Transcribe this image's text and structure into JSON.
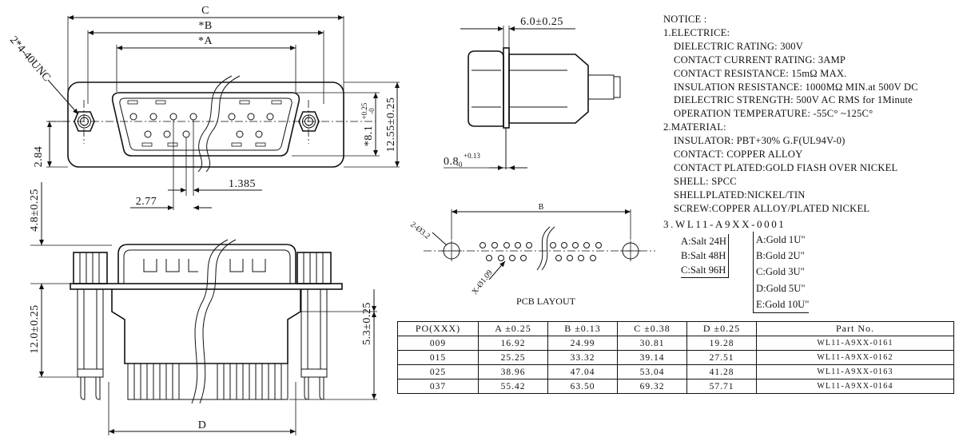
{
  "dimensions": {
    "c": "C",
    "b": "*B",
    "a": "*A",
    "d": "D",
    "thread": "2*4-40UNC",
    "v2_84": "2.84",
    "v8_1": "*8.1",
    "v8_1_tol_top": "+0.25",
    "v8_1_tol_bot": "-0",
    "v12_55": "12.55±0.25",
    "v1_385": "1.385",
    "v2_77": "2.77",
    "v4_8": "4.8±0.25",
    "v12_0": "12.0±0.25",
    "v5_3": "5.3±0.25",
    "v6_0": "6.0±0.25",
    "v0_8": "0.8",
    "v0_8_tol_top": "+0.13",
    "v0_8_tol_bot": "-0",
    "pcb_b": "B",
    "pcb_hole": "2-Ø3.2",
    "pcb_pin_hole": "X-Ø1.09",
    "pcb_caption": "PCB LAYOUT"
  },
  "notice": {
    "title": "NOTICE :",
    "electric_header": "1.ELECTRICE:",
    "electric": [
      "DIELECTRIC RATING: 300V",
      "CONTACT CURRENT RATING: 3AMP",
      "CONTACT RESISTANCE: 15mΩ MAX.",
      "INSULATION RESISTANCE: 1000MΩ MIN.at 500V DC",
      "DIELECTRIC STRENGTH: 500V AC RMS for 1Minute",
      "OPERATION TEMPERATURE: -55C° ~125C°"
    ],
    "material_header": "2.MATERIAL:",
    "material": [
      "INSULATOR: PBT+30% G.F(UL94V-0)",
      "CONTACT: COPPER ALLOY",
      "CONTACT PLATED:GOLD FIASH OVER NICKEL",
      "SHELL: SPCC",
      "SHELLPLATED:NICKEL/TIN",
      "SCREW:COPPER ALLOY/PLATED NICKEL"
    ]
  },
  "ordering": {
    "code": "3.WL11-A9XX-0001",
    "salt": [
      "A:Salt 24H",
      "B:Salt 48H",
      "C:Salt 96H"
    ],
    "gold": [
      "A:Gold 1U\"",
      "B:Gold 2U\"",
      "C:Gold 3U\"",
      "D:Gold 5U\"",
      "E:Gold 10U\""
    ]
  },
  "table": {
    "headers": [
      "PO(XXX)",
      "A ±0.25",
      "B ±0.13",
      "C ±0.38",
      "D ±0.25",
      "Part  No."
    ],
    "rows": [
      [
        "009",
        "16.92",
        "24.99",
        "30.81",
        "19.28",
        "WL11-A9XX-0161"
      ],
      [
        "015",
        "25.25",
        "33.32",
        "39.14",
        "27.51",
        "WL11-A9XX-0162"
      ],
      [
        "025",
        "38.96",
        "47.04",
        "53.04",
        "41.28",
        "WL11-A9XX-0163"
      ],
      [
        "037",
        "55.42",
        "63.50",
        "69.32",
        "57.71",
        "WL11-A9XX-0164"
      ]
    ]
  }
}
